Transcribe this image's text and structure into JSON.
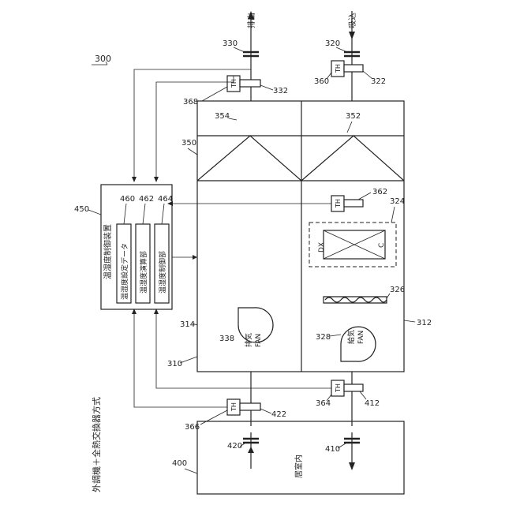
{
  "title": "外調機＋全熱交換器方式",
  "labels": {
    "system": "300",
    "unit": "310",
    "unit_box_left": "314",
    "unit_box_right": "312",
    "heat_exchanger": "350",
    "hex_left": "354",
    "hex_right": "352",
    "controller": "450",
    "controller_title": "温湿度制御装置",
    "module_setting_num": "460",
    "module_setting": "温湿度設定データ",
    "module_calc_num": "462",
    "module_calc": "温湿度演算部",
    "module_ctrl_num": "464",
    "module_ctrl": "温湿度制御部",
    "exhaust_text": "排出",
    "exhaust_num": "330",
    "intake_text": "吸込",
    "intake_num": "320",
    "th_top_left": "368",
    "th_top_left_pipe": "332",
    "th_top_right": "360",
    "th_top_right_pipe": "322",
    "th_mid": "362",
    "dx_group": "324",
    "coil": "326",
    "exhaust_fan_num": "338",
    "exhaust_fan_text_1": "排気",
    "exhaust_fan_text_2": "FAN",
    "supply_fan_num": "328",
    "supply_fan_text_1": "給気",
    "supply_fan_text_2": "FAN",
    "th_bottom_right": "364",
    "th_bottom_right_pipe": "412",
    "th_bottom_left": "366",
    "th_bottom_left_pipe": "422",
    "room": "400",
    "room_text": "居室内",
    "room_in": "420",
    "room_out": "410",
    "th": "TH",
    "dx": "DX",
    "c": "C"
  }
}
